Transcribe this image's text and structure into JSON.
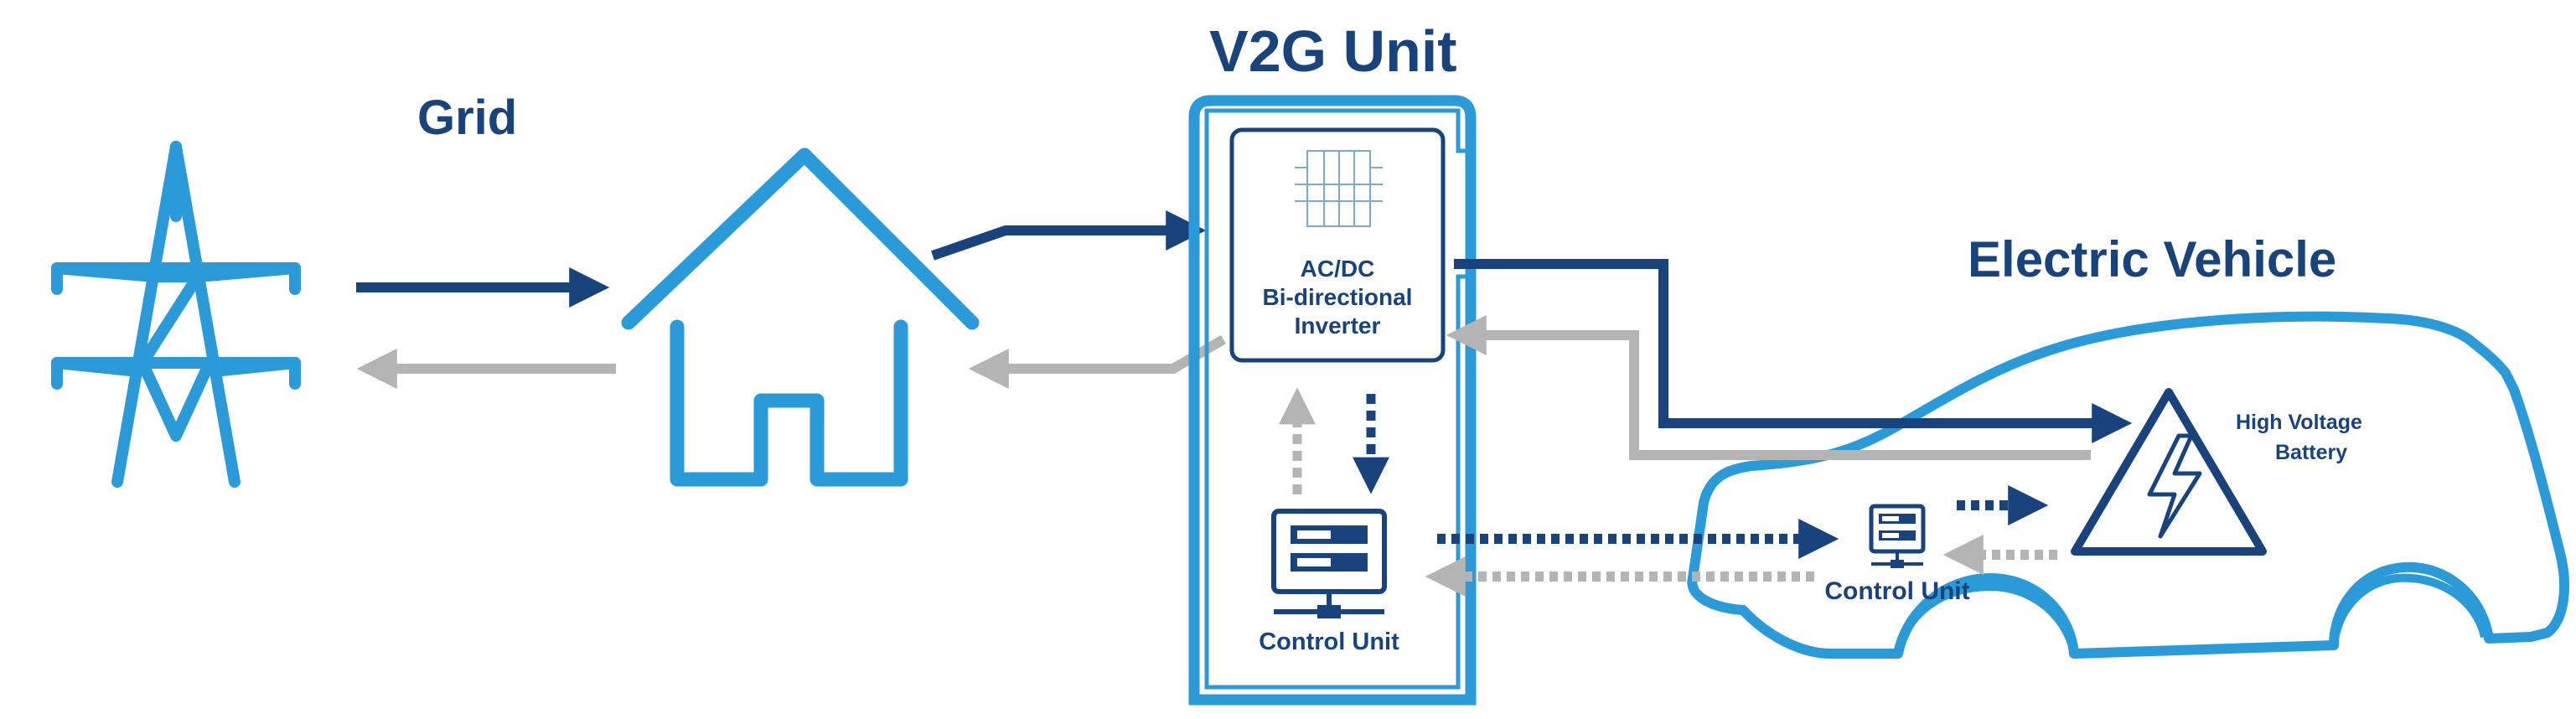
{
  "labels": {
    "grid": "Grid",
    "v2g_unit": "V2G Unit",
    "electric_vehicle": "Electric Vehicle",
    "inverter_line1": "AC/DC",
    "inverter_line2": "Bi-directional",
    "inverter_line3": "Inverter",
    "control_unit_station": "Control Unit",
    "control_unit_vehicle": "Control Unit",
    "battery_line1": "High Voltage",
    "battery_line2": "Battery"
  },
  "colors": {
    "dark_blue": "#18437d",
    "light_blue": "#2b9ad9",
    "gray": "#b4b4b4",
    "background": "#ffffff"
  }
}
